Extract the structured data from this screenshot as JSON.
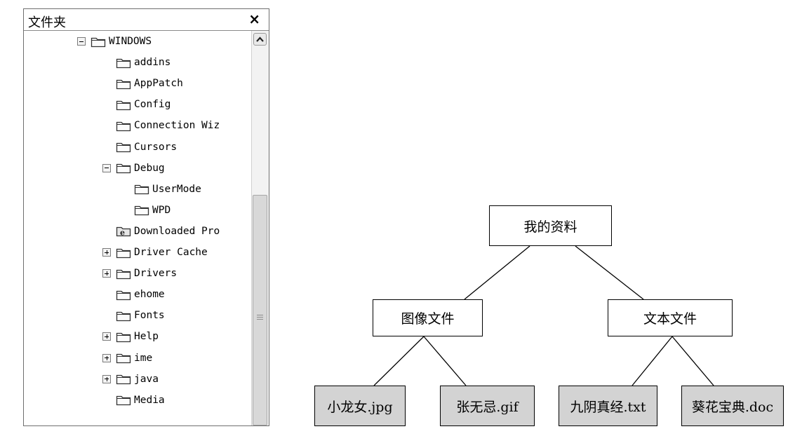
{
  "pane": {
    "title": "文件夹",
    "close": "×",
    "items": [
      {
        "label": "WINDOWS",
        "expander": "minus",
        "icon": "folder-icon"
      },
      {
        "label": "addins",
        "expander": "none",
        "icon": "folder-icon"
      },
      {
        "label": "AppPatch",
        "expander": "none",
        "icon": "folder-icon"
      },
      {
        "label": "Config",
        "expander": "none",
        "icon": "folder-icon"
      },
      {
        "label": "Connection Wiz",
        "expander": "none",
        "icon": "folder-icon"
      },
      {
        "label": "Cursors",
        "expander": "none",
        "icon": "folder-icon"
      },
      {
        "label": "Debug",
        "expander": "minus",
        "icon": "folder-icon"
      },
      {
        "label": "UserMode",
        "expander": "none",
        "icon": "folder-icon"
      },
      {
        "label": "WPD",
        "expander": "none",
        "icon": "folder-icon"
      },
      {
        "label": "Downloaded Pro",
        "expander": "none",
        "icon": "ie-folder-icon"
      },
      {
        "label": "Driver Cache",
        "expander": "plus",
        "icon": "folder-icon"
      },
      {
        "label": "Drivers",
        "expander": "plus",
        "icon": "folder-icon"
      },
      {
        "label": "ehome",
        "expander": "none",
        "icon": "folder-icon"
      },
      {
        "label": "Fonts",
        "expander": "none",
        "icon": "folder-icon"
      },
      {
        "label": "Help",
        "expander": "plus",
        "icon": "folder-icon"
      },
      {
        "label": "ime",
        "expander": "plus",
        "icon": "folder-icon"
      },
      {
        "label": "java",
        "expander": "plus",
        "icon": "folder-icon"
      },
      {
        "label": "Media",
        "expander": "none",
        "icon": "folder-icon"
      }
    ]
  },
  "diagram": {
    "root": "我的资料",
    "children": [
      {
        "label": "图像文件",
        "leaves": [
          "小龙女.jpg",
          "张无忌.gif"
        ]
      },
      {
        "label": "文本文件",
        "leaves": [
          "九阴真经.txt",
          "葵花宝典.doc"
        ]
      }
    ]
  },
  "colors": {
    "leaf_fill": "#d3d3d3",
    "border": "#000000"
  }
}
